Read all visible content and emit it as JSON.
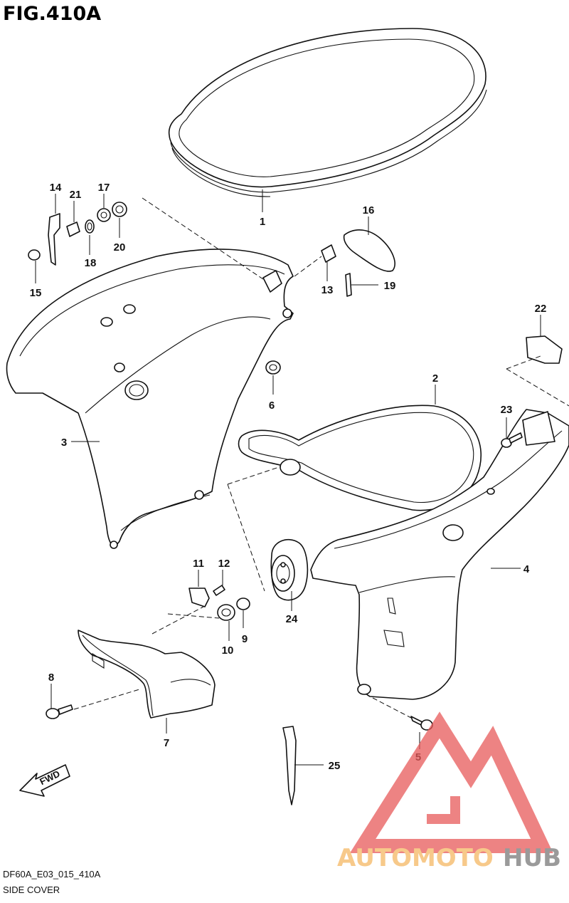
{
  "figure": {
    "title": "FIG.410A",
    "code": "DF60A_E03_015_410A",
    "name": "SIDE COVER"
  },
  "callouts": [
    "1",
    "2",
    "3",
    "4",
    "5",
    "6",
    "7",
    "8",
    "9",
    "10",
    "11",
    "12",
    "13",
    "14",
    "15",
    "16",
    "17",
    "18",
    "19",
    "20",
    "21",
    "22",
    "23",
    "24",
    "25"
  ],
  "fwd_arrow": {
    "label": "FWD"
  },
  "watermark": {
    "text_a": "AUTOMOTO",
    "text_b": "HUB",
    "color_a": "#f7c98a",
    "color_b": "#9a9a9a",
    "logo_color": "#e85a5a"
  }
}
